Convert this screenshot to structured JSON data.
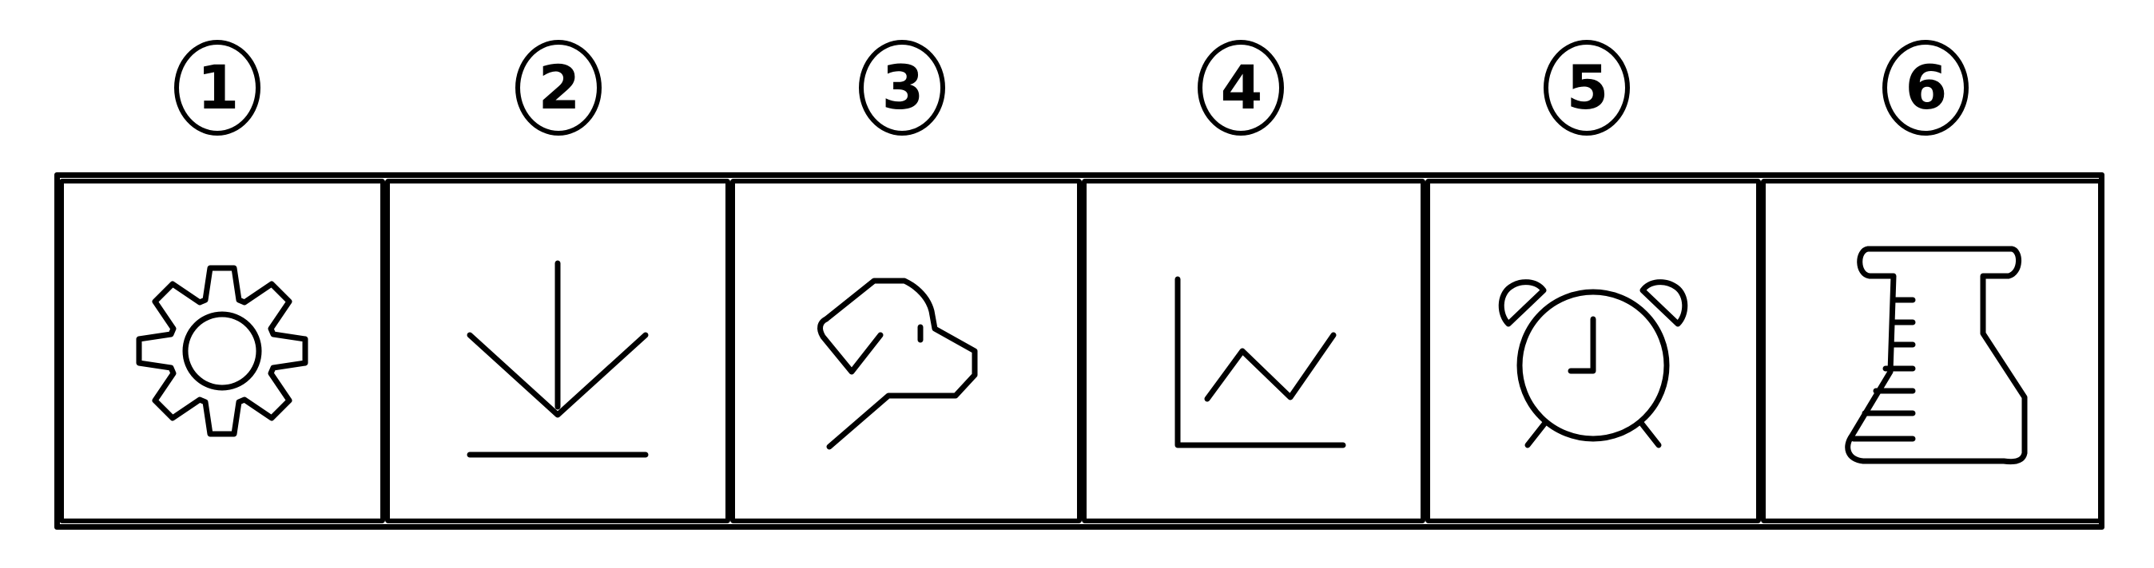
{
  "labels": [
    {
      "number": "1"
    },
    {
      "number": "2"
    },
    {
      "number": "3"
    },
    {
      "number": "4"
    },
    {
      "number": "5"
    },
    {
      "number": "6"
    }
  ],
  "icons": [
    {
      "icon": "gear-icon"
    },
    {
      "icon": "download-icon"
    },
    {
      "icon": "dog-head-icon"
    },
    {
      "icon": "line-chart-icon"
    },
    {
      "icon": "alarm-clock-icon"
    },
    {
      "icon": "flask-icon"
    }
  ],
  "colors": {
    "stroke": "#000000",
    "background": "#ffffff"
  }
}
